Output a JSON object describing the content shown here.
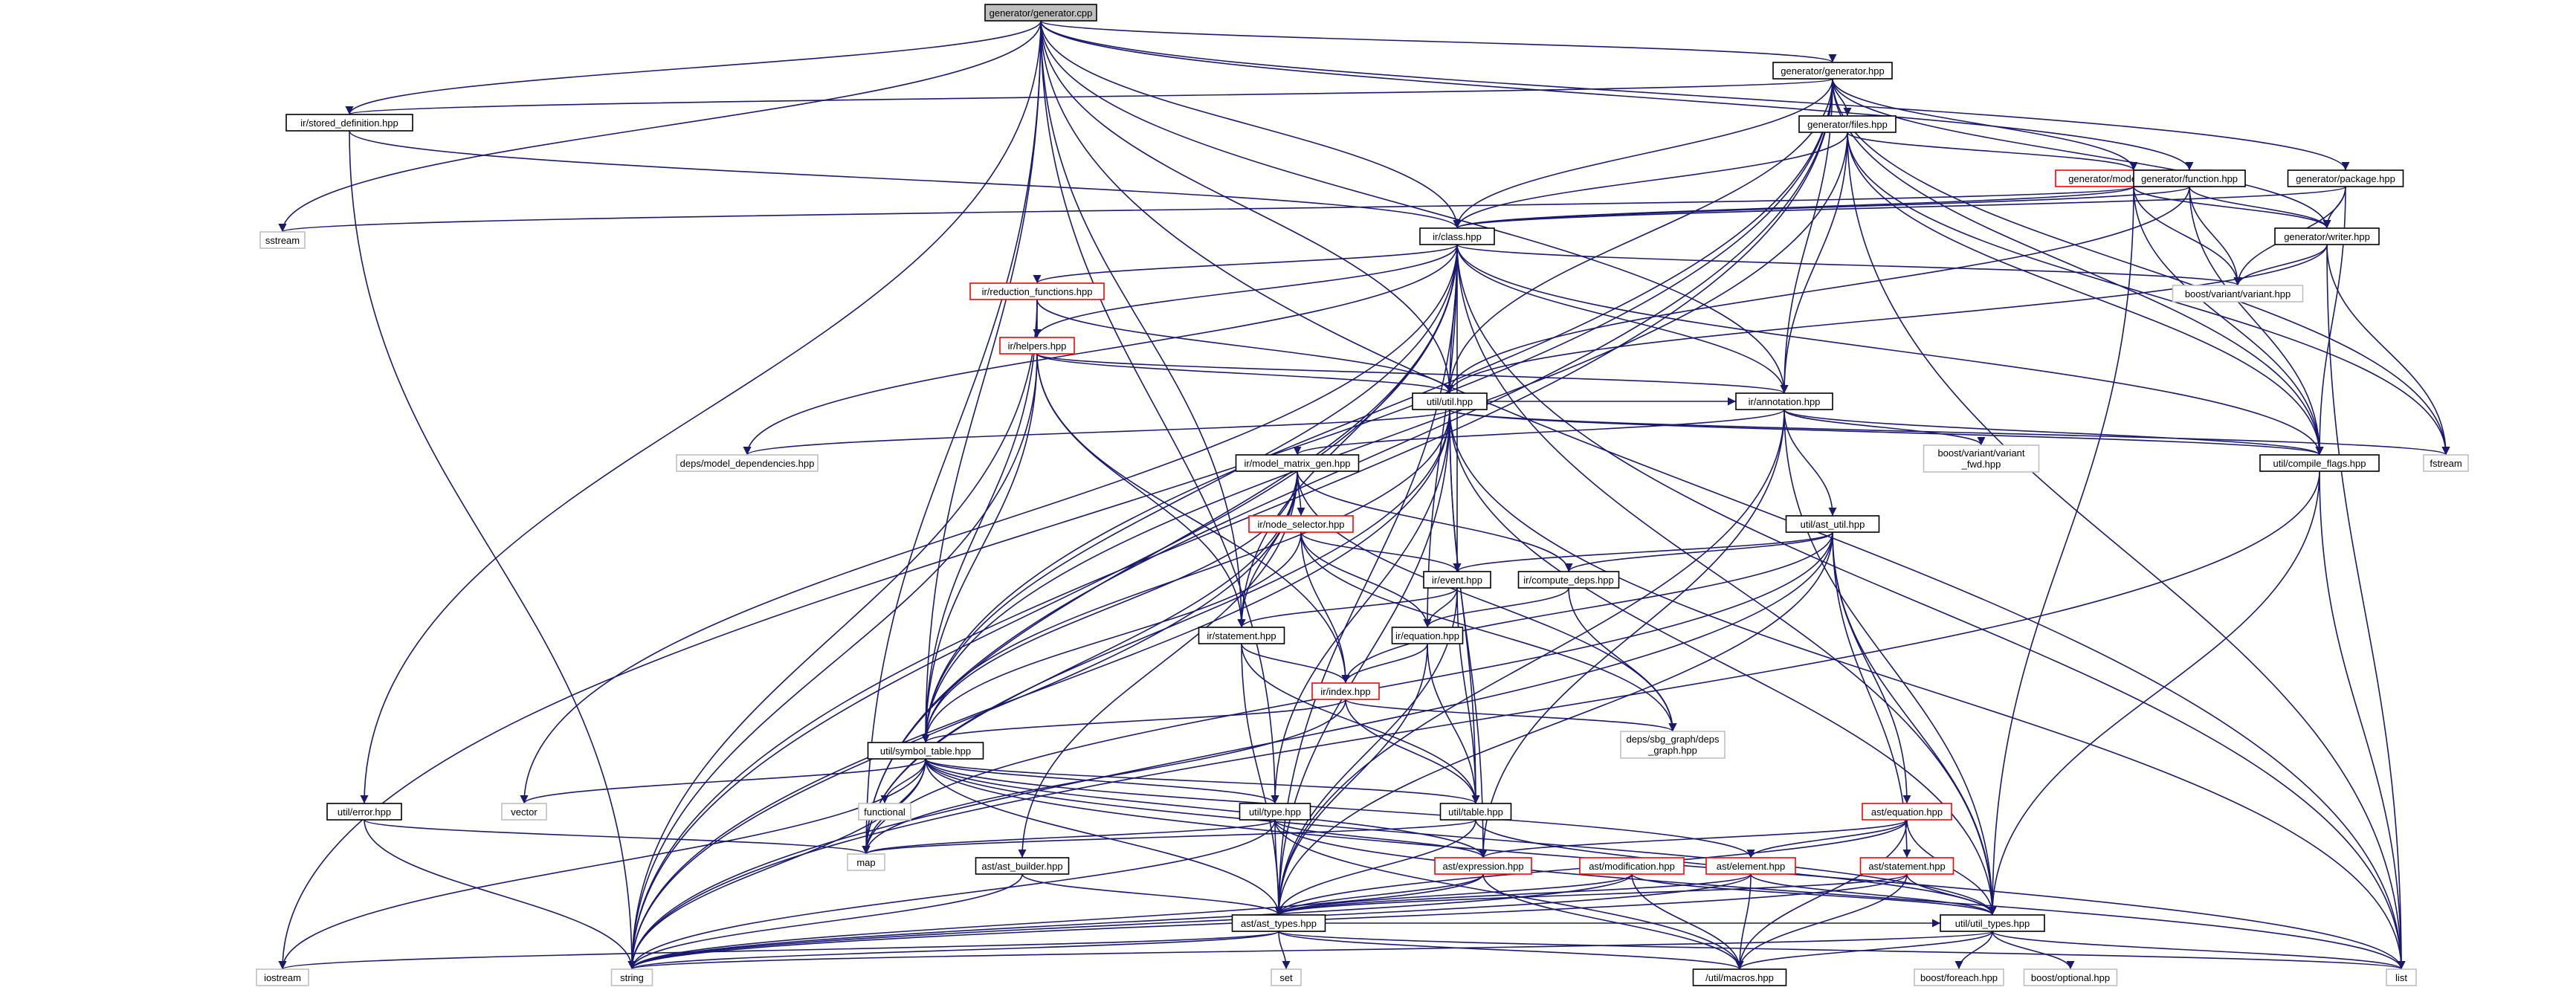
{
  "colors": {
    "edge": "#191970",
    "root_fill": "#bfbfbf",
    "node_border": "#000000",
    "incomplete_border": "#ff0000",
    "external_border": "#bfbfbf"
  },
  "nodes": [
    {
      "id": "gen_cpp",
      "label": "generator/generator.cpp",
      "kind": "root"
    },
    {
      "id": "gen_hpp",
      "label": "generator/generator.hpp",
      "kind": "normal"
    },
    {
      "id": "stored_def",
      "label": "ir/stored_definition.hpp",
      "kind": "normal"
    },
    {
      "id": "files",
      "label": "generator/files.hpp",
      "kind": "normal"
    },
    {
      "id": "model_inst",
      "label": "generator/model_instance.hpp",
      "kind": "partial"
    },
    {
      "id": "function",
      "label": "generator/function.hpp",
      "kind": "normal"
    },
    {
      "id": "package",
      "label": "generator/package.hpp",
      "kind": "normal"
    },
    {
      "id": "sstream",
      "label": "sstream",
      "kind": "external"
    },
    {
      "id": "class",
      "label": "ir/class.hpp",
      "kind": "normal"
    },
    {
      "id": "writer",
      "label": "generator/writer.hpp",
      "kind": "normal"
    },
    {
      "id": "variant",
      "label": "boost/variant/variant.hpp",
      "kind": "external"
    },
    {
      "id": "reduction",
      "label": "ir/reduction_functions.hpp",
      "kind": "partial"
    },
    {
      "id": "helpers",
      "label": "ir/helpers.hpp",
      "kind": "partial"
    },
    {
      "id": "util",
      "label": "util/util.hpp",
      "kind": "normal"
    },
    {
      "id": "annotation",
      "label": "ir/annotation.hpp",
      "kind": "normal"
    },
    {
      "id": "deps_model",
      "label": "deps/model_dependencies.hpp",
      "kind": "external"
    },
    {
      "id": "variant_fwd",
      "lines": [
        "boost/variant/variant",
        "_fwd.hpp"
      ],
      "kind": "external"
    },
    {
      "id": "compile_flags",
      "label": "util/compile_flags.hpp",
      "kind": "normal"
    },
    {
      "id": "fstream",
      "label": "fstream",
      "kind": "external"
    },
    {
      "id": "matrix_gen",
      "label": "ir/model_matrix_gen.hpp",
      "kind": "normal"
    },
    {
      "id": "node_sel",
      "label": "ir/node_selector.hpp",
      "kind": "partial"
    },
    {
      "id": "ast_util",
      "label": "util/ast_util.hpp",
      "kind": "normal"
    },
    {
      "id": "event",
      "label": "ir/event.hpp",
      "kind": "normal"
    },
    {
      "id": "compute_deps",
      "label": "ir/compute_deps.hpp",
      "kind": "normal"
    },
    {
      "id": "statement",
      "label": "ir/statement.hpp",
      "kind": "normal"
    },
    {
      "id": "equation",
      "label": "ir/equation.hpp",
      "kind": "normal"
    },
    {
      "id": "index",
      "label": "ir/index.hpp",
      "kind": "partial"
    },
    {
      "id": "sbg",
      "lines": [
        "deps/sbg_graph/deps",
        "_graph.hpp"
      ],
      "kind": "external"
    },
    {
      "id": "symbol_table",
      "label": "util/symbol_table.hpp",
      "kind": "normal"
    },
    {
      "id": "functional",
      "label": "functional",
      "kind": "external"
    },
    {
      "id": "error",
      "label": "util/error.hpp",
      "kind": "normal"
    },
    {
      "id": "vector",
      "label": "vector",
      "kind": "external"
    },
    {
      "id": "table",
      "label": "util/table.hpp",
      "kind": "normal"
    },
    {
      "id": "ast_equation",
      "label": "ast/equation.hpp",
      "kind": "partial"
    },
    {
      "id": "type",
      "label": "util/type.hpp",
      "kind": "normal"
    },
    {
      "id": "map",
      "label": "map",
      "kind": "external"
    },
    {
      "id": "ast_builder",
      "label": "ast/ast_builder.hpp",
      "kind": "normal"
    },
    {
      "id": "expression",
      "label": "ast/expression.hpp",
      "kind": "partial"
    },
    {
      "id": "modification",
      "label": "ast/modification.hpp",
      "kind": "partial"
    },
    {
      "id": "element",
      "label": "ast/element.hpp",
      "kind": "partial"
    },
    {
      "id": "ast_statement",
      "label": "ast/statement.hpp",
      "kind": "partial"
    },
    {
      "id": "ast_types",
      "label": "ast/ast_types.hpp",
      "kind": "normal"
    },
    {
      "id": "util_types",
      "label": "util/util_types.hpp",
      "kind": "normal"
    },
    {
      "id": "iostream",
      "label": "iostream",
      "kind": "external"
    },
    {
      "id": "string",
      "label": "string",
      "kind": "external"
    },
    {
      "id": "set",
      "label": "set",
      "kind": "external"
    },
    {
      "id": "macros",
      "label": "/util/macros.hpp",
      "kind": "normal"
    },
    {
      "id": "foreach",
      "label": "boost/foreach.hpp",
      "kind": "external"
    },
    {
      "id": "optional",
      "label": "boost/optional.hpp",
      "kind": "external"
    },
    {
      "id": "list",
      "label": "list",
      "kind": "external"
    }
  ],
  "edges": [
    [
      "gen_cpp",
      "gen_hpp"
    ],
    [
      "gen_cpp",
      "stored_def"
    ],
    [
      "gen_cpp",
      "sstream"
    ],
    [
      "gen_cpp",
      "class"
    ],
    [
      "gen_cpp",
      "function"
    ],
    [
      "gen_cpp",
      "package"
    ],
    [
      "gen_cpp",
      "util"
    ],
    [
      "gen_cpp",
      "annotation"
    ],
    [
      "gen_cpp",
      "statement"
    ],
    [
      "gen_cpp",
      "symbol_table"
    ],
    [
      "gen_cpp",
      "error"
    ],
    [
      "gen_cpp",
      "map"
    ],
    [
      "gen_cpp",
      "type"
    ],
    [
      "gen_cpp",
      "list"
    ],
    [
      "gen_hpp",
      "stored_def"
    ],
    [
      "gen_hpp",
      "files"
    ],
    [
      "gen_hpp",
      "model_inst"
    ],
    [
      "gen_hpp",
      "class"
    ],
    [
      "gen_hpp",
      "writer"
    ],
    [
      "gen_hpp",
      "compile_flags"
    ],
    [
      "gen_hpp",
      "fstream"
    ],
    [
      "gen_hpp",
      "util"
    ],
    [
      "gen_hpp",
      "annotation"
    ],
    [
      "gen_hpp",
      "symbol_table"
    ],
    [
      "gen_hpp",
      "string"
    ],
    [
      "gen_hpp",
      "iostream"
    ],
    [
      "gen_hpp",
      "map"
    ],
    [
      "stored_def",
      "class"
    ],
    [
      "stored_def",
      "string"
    ],
    [
      "files",
      "model_inst"
    ],
    [
      "files",
      "class"
    ],
    [
      "files",
      "annotation"
    ],
    [
      "files",
      "compile_flags"
    ],
    [
      "files",
      "fstream"
    ],
    [
      "files",
      "list"
    ],
    [
      "files",
      "symbol_table"
    ],
    [
      "model_inst",
      "class"
    ],
    [
      "model_inst",
      "writer"
    ],
    [
      "model_inst",
      "variant"
    ],
    [
      "model_inst",
      "compile_flags"
    ],
    [
      "model_inst",
      "util_types"
    ],
    [
      "model_inst",
      "sstream"
    ],
    [
      "function",
      "class"
    ],
    [
      "function",
      "writer"
    ],
    [
      "function",
      "variant"
    ],
    [
      "function",
      "compile_flags"
    ],
    [
      "function",
      "util"
    ],
    [
      "package",
      "class"
    ],
    [
      "package",
      "writer"
    ],
    [
      "package",
      "variant"
    ],
    [
      "package",
      "compile_flags"
    ],
    [
      "writer",
      "variant"
    ],
    [
      "writer",
      "fstream"
    ],
    [
      "writer",
      "list"
    ],
    [
      "writer",
      "util"
    ],
    [
      "class",
      "variant"
    ],
    [
      "class",
      "reduction"
    ],
    [
      "class",
      "helpers"
    ],
    [
      "class",
      "util"
    ],
    [
      "class",
      "annotation"
    ],
    [
      "class",
      "deps_model"
    ],
    [
      "class",
      "event"
    ],
    [
      "class",
      "equation"
    ],
    [
      "class",
      "statement"
    ],
    [
      "class",
      "compile_flags"
    ],
    [
      "class",
      "list"
    ],
    [
      "class",
      "string"
    ],
    [
      "class",
      "symbol_table"
    ],
    [
      "class",
      "vector"
    ],
    [
      "class",
      "map"
    ],
    [
      "class",
      "util_types"
    ],
    [
      "class",
      "ast_types"
    ],
    [
      "reduction",
      "helpers"
    ],
    [
      "reduction",
      "util"
    ],
    [
      "reduction",
      "string"
    ],
    [
      "reduction",
      "symbol_table"
    ],
    [
      "helpers",
      "util"
    ],
    [
      "helpers",
      "annotation"
    ],
    [
      "helpers",
      "index"
    ],
    [
      "helpers",
      "statement"
    ],
    [
      "helpers",
      "symbol_table"
    ],
    [
      "helpers",
      "string"
    ],
    [
      "util",
      "annotation"
    ],
    [
      "util",
      "deps_model"
    ],
    [
      "util",
      "compile_flags"
    ],
    [
      "util",
      "fstream"
    ],
    [
      "util",
      "list"
    ],
    [
      "util",
      "symbol_table"
    ],
    [
      "util",
      "table"
    ],
    [
      "util",
      "type"
    ],
    [
      "util",
      "map"
    ],
    [
      "util",
      "string"
    ],
    [
      "util",
      "util_types"
    ],
    [
      "util",
      "ast_types"
    ],
    [
      "util",
      "expression"
    ],
    [
      "annotation",
      "variant_fwd"
    ],
    [
      "annotation",
      "matrix_gen"
    ],
    [
      "annotation",
      "ast_util"
    ],
    [
      "annotation",
      "compile_flags"
    ],
    [
      "annotation",
      "util_types"
    ],
    [
      "annotation",
      "ast_types"
    ],
    [
      "annotation",
      "expression"
    ],
    [
      "compile_flags",
      "util_types"
    ],
    [
      "compile_flags",
      "list"
    ],
    [
      "compile_flags",
      "string"
    ],
    [
      "matrix_gen",
      "node_sel"
    ],
    [
      "matrix_gen",
      "compute_deps"
    ],
    [
      "matrix_gen",
      "statement"
    ],
    [
      "matrix_gen",
      "sbg"
    ],
    [
      "matrix_gen",
      "symbol_table"
    ],
    [
      "matrix_gen",
      "ast_builder"
    ],
    [
      "matrix_gen",
      "map"
    ],
    [
      "matrix_gen",
      "string"
    ],
    [
      "node_sel",
      "event"
    ],
    [
      "node_sel",
      "index"
    ],
    [
      "node_sel",
      "equation"
    ],
    [
      "node_sel",
      "sbg"
    ],
    [
      "node_sel",
      "symbol_table"
    ],
    [
      "ast_util",
      "event"
    ],
    [
      "ast_util",
      "compute_deps"
    ],
    [
      "ast_util",
      "index"
    ],
    [
      "ast_util",
      "ast_equation"
    ],
    [
      "ast_util",
      "ast_statement"
    ],
    [
      "ast_util",
      "util_types"
    ],
    [
      "ast_util",
      "ast_types"
    ],
    [
      "ast_util",
      "map"
    ],
    [
      "ast_util",
      "string"
    ],
    [
      "event",
      "equation"
    ],
    [
      "event",
      "statement"
    ],
    [
      "event",
      "table"
    ],
    [
      "event",
      "ast_types"
    ],
    [
      "compute_deps",
      "equation"
    ],
    [
      "compute_deps",
      "sbg"
    ],
    [
      "statement",
      "index"
    ],
    [
      "statement",
      "table"
    ],
    [
      "statement",
      "ast_types"
    ],
    [
      "equation",
      "index"
    ],
    [
      "equation",
      "table"
    ],
    [
      "equation",
      "ast_types"
    ],
    [
      "index",
      "symbol_table"
    ],
    [
      "index",
      "sbg"
    ],
    [
      "index",
      "map"
    ],
    [
      "index",
      "table"
    ],
    [
      "symbol_table",
      "functional"
    ],
    [
      "symbol_table",
      "vector"
    ],
    [
      "symbol_table",
      "table"
    ],
    [
      "symbol_table",
      "type"
    ],
    [
      "symbol_table",
      "map"
    ],
    [
      "symbol_table",
      "iostream"
    ],
    [
      "symbol_table",
      "string"
    ],
    [
      "symbol_table",
      "list"
    ],
    [
      "symbol_table",
      "ast_types"
    ],
    [
      "symbol_table",
      "expression"
    ],
    [
      "symbol_table",
      "element"
    ],
    [
      "symbol_table",
      "util_types"
    ],
    [
      "error",
      "map"
    ],
    [
      "error",
      "string"
    ],
    [
      "table",
      "map"
    ],
    [
      "table",
      "ast_types"
    ],
    [
      "table",
      "util_types"
    ],
    [
      "type",
      "map"
    ],
    [
      "type",
      "list"
    ],
    [
      "type",
      "ast_types"
    ],
    [
      "type",
      "expression"
    ],
    [
      "type",
      "string"
    ],
    [
      "type",
      "macros"
    ],
    [
      "ast_equation",
      "expression"
    ],
    [
      "ast_equation",
      "element"
    ],
    [
      "ast_equation",
      "util_types"
    ],
    [
      "ast_equation",
      "macros"
    ],
    [
      "ast_equation",
      "ast_types"
    ],
    [
      "ast_builder",
      "ast_types"
    ],
    [
      "ast_builder",
      "string"
    ],
    [
      "expression",
      "ast_types"
    ],
    [
      "expression",
      "macros"
    ],
    [
      "expression",
      "string"
    ],
    [
      "modification",
      "ast_types"
    ],
    [
      "modification",
      "util_types"
    ],
    [
      "modification",
      "macros"
    ],
    [
      "modification",
      "string"
    ],
    [
      "element",
      "ast_types"
    ],
    [
      "element",
      "util_types"
    ],
    [
      "element",
      "macros"
    ],
    [
      "element",
      "string"
    ],
    [
      "ast_statement",
      "util_types"
    ],
    [
      "ast_statement",
      "macros"
    ],
    [
      "ast_statement",
      "string"
    ],
    [
      "ast_statement",
      "ast_types"
    ],
    [
      "ast_types",
      "iostream"
    ],
    [
      "ast_types",
      "string"
    ],
    [
      "ast_types",
      "set"
    ],
    [
      "ast_types",
      "macros"
    ],
    [
      "ast_types",
      "list"
    ],
    [
      "ast_types",
      "util_types"
    ],
    [
      "util_types",
      "macros"
    ],
    [
      "util_types",
      "foreach"
    ],
    [
      "util_types",
      "optional"
    ],
    [
      "util_types",
      "list"
    ],
    [
      "util_types",
      "string"
    ]
  ]
}
